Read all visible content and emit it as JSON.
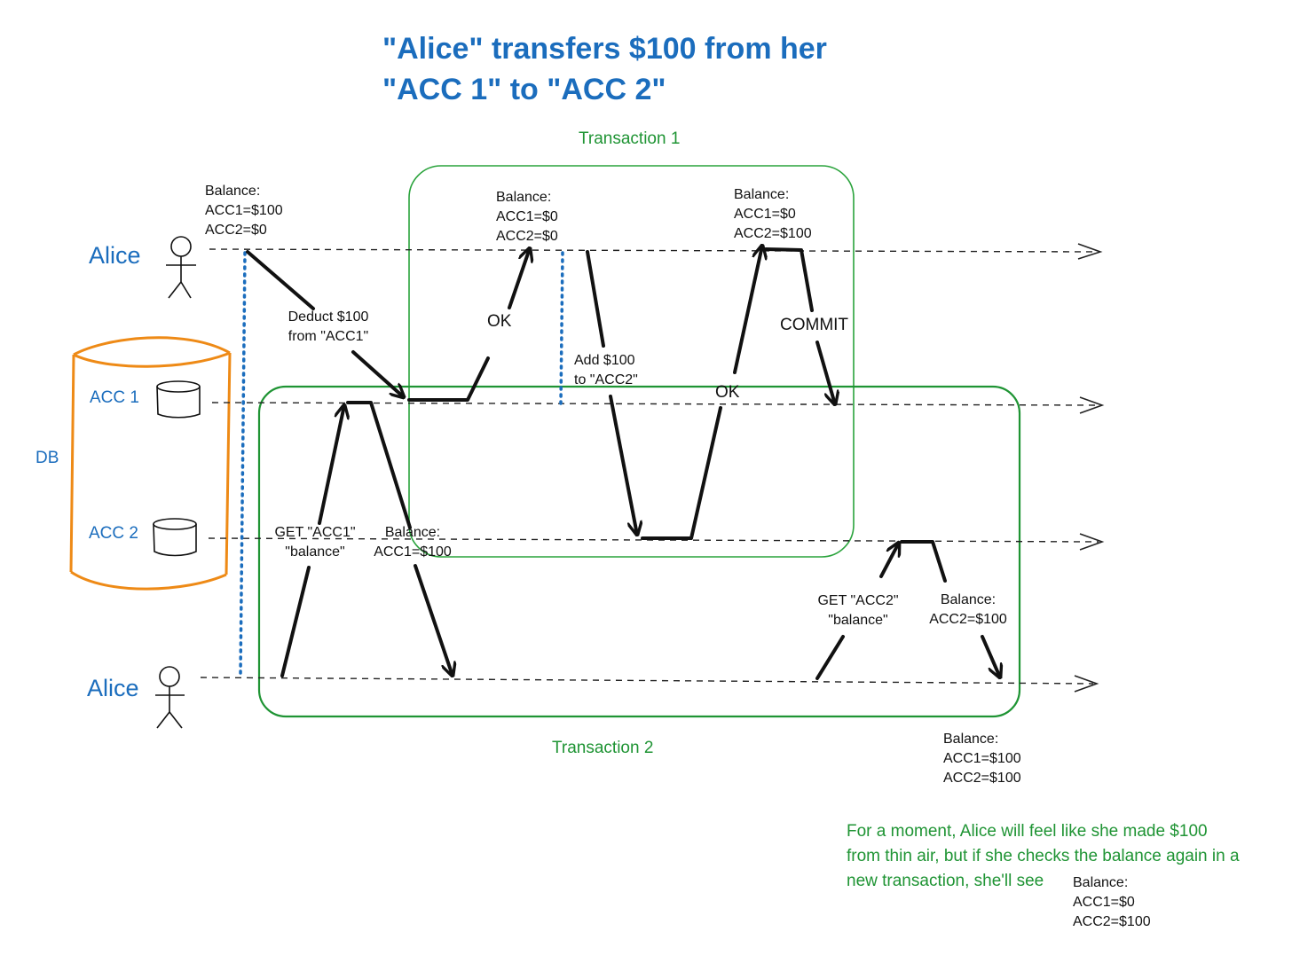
{
  "title": {
    "line1": "\"Alice\" transfers $100 from her",
    "line2": "\"ACC 1\" to \"ACC 2\""
  },
  "actors": {
    "top": "Alice",
    "bottom": "Alice"
  },
  "db": {
    "label": "DB",
    "acc1": "ACC 1",
    "acc2": "ACC 2"
  },
  "transactions": {
    "t1": "Transaction 1",
    "t2": "Transaction 2"
  },
  "balances": {
    "initial": {
      "l1": "Balance:",
      "l2": "ACC1=$100",
      "l3": "ACC2=$0"
    },
    "after_deduct": {
      "l1": "Balance:",
      "l2": "ACC1=$0",
      "l3": "ACC2=$0"
    },
    "after_add": {
      "l1": "Balance:",
      "l2": "ACC1=$0",
      "l3": "ACC2=$100"
    },
    "t2_acc1": {
      "l1": "Balance:",
      "l2": "ACC1=$100"
    },
    "t2_acc2": {
      "l1": "Balance:",
      "l2": "ACC2=$100"
    },
    "t2_final": {
      "l1": "Balance:",
      "l2": "ACC1=$100",
      "l3": "ACC2=$100"
    },
    "new_tx": {
      "l1": "Balance:",
      "l2": "ACC1=$0",
      "l3": "ACC2=$100"
    }
  },
  "messages": {
    "deduct": {
      "l1": "Deduct $100",
      "l2": "from \"ACC1\""
    },
    "ok1": "OK",
    "add": {
      "l1": "Add $100",
      "l2": "to \"ACC2\""
    },
    "ok2": "OK",
    "commit": "COMMIT",
    "get_acc1": {
      "l1": "GET \"ACC1\"",
      "l2": "\"balance\""
    },
    "get_acc2": {
      "l1": "GET \"ACC2\"",
      "l2": "\"balance\""
    }
  },
  "note": {
    "l1": "For a moment, Alice will feel like she made $100",
    "l2": "from thin air, but if she checks the balance again in a",
    "l3": "new transaction, she'll see"
  },
  "colors": {
    "title_blue": "#1b6dbd",
    "db_orange": "#ee8a16",
    "tx_green": "#1f9434",
    "dotted_blue": "#1b6dbd",
    "ink": "#111111"
  }
}
